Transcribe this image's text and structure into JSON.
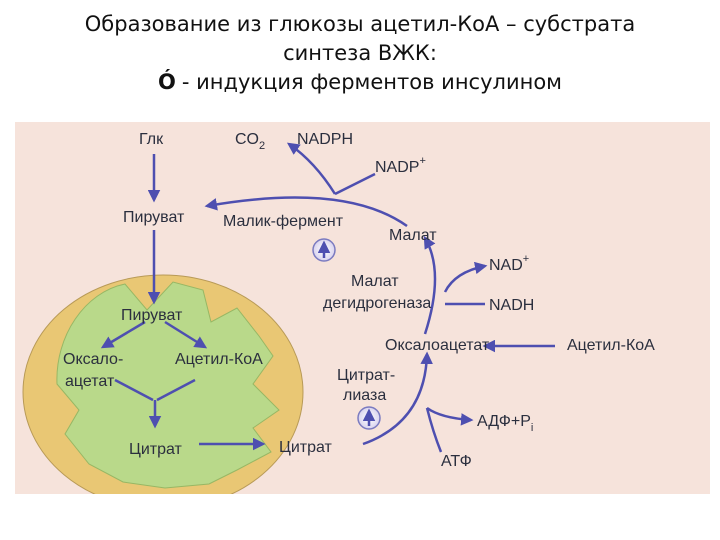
{
  "title": {
    "line1": "Образование из глюкозы ацетил-КоА – субстрата",
    "line2": "синтеза ВЖК:",
    "line3_mark": "Ó",
    "line3": "- индукция ферментов инсулином"
  },
  "diagram": {
    "background_color": "#f6e3db",
    "mito_outer_color": "#e9c774",
    "mito_inner_color": "#b9d98a",
    "arrow_color": "#4e4fb0",
    "labels": {
      "glk": "Глк",
      "co2": "CO",
      "co2_sub": "2",
      "nadph": "NADPH",
      "nadp": "NADP",
      "nadp_sup": "+",
      "piruvat_top": "Пируват",
      "malik": "Малик-фермент",
      "malat": "Малат",
      "malat_dh_1": "Малат",
      "malat_dh_2": "дегидрогеназа",
      "nad": "NAD",
      "nad_sup": "+",
      "nadh": "NADH",
      "piruvat_mito": "Пируват",
      "oksalo_1": "Оксало-",
      "oksalo_2": "ацетат",
      "acetil_mito": "Ацетил-КоА",
      "citrat_mito": "Цитрат",
      "oksaloacetat": "Оксалоацетат",
      "acetil_right": "Ацетил-КоА",
      "citrat_liaza_1": "Цитрат-",
      "citrat_liaza_2": "лиаза",
      "adf": "АДФ+P",
      "adf_sub": "i",
      "citrat_out": "Цитрат",
      "atf": "АТФ"
    }
  }
}
